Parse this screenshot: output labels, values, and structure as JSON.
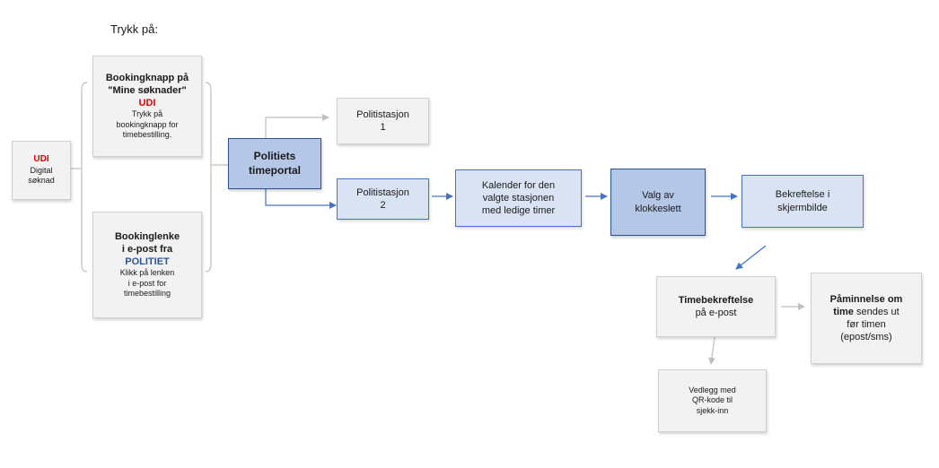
{
  "intro": "Trykk på:",
  "nodes": {
    "udi_digital": {
      "brand": "UDI",
      "line1": "Digital",
      "line2": "søknad"
    },
    "booking_button": {
      "title1": "Bookingknapp på",
      "title2": "\"Mine søknader\"",
      "brand": "UDI",
      "d1": "Trykk på",
      "d2": "bookingknapp for",
      "d3": "timebestilling."
    },
    "booking_link": {
      "title1": "Bookinglenke",
      "title2": "i e-post fra",
      "brand": "POLITIET",
      "d1": "Klikk på lenken",
      "d2": "i e-post for",
      "d3": "timebestilling"
    },
    "police_portal": {
      "line1": "Politiets",
      "line2": "timeportal"
    },
    "station_1": {
      "line1": "Politistasjon",
      "line2": "1"
    },
    "station_2": {
      "line1": "Politistasjon",
      "line2": "2"
    },
    "calendar": {
      "line1": "Kalender for den",
      "line2": "valgte stasjonen",
      "line3": "med ledige timer"
    },
    "time_select": {
      "line1": "Valg av",
      "line2": "klokkeslett"
    },
    "confirm_screen": {
      "line1": "Bekreftelse i",
      "line2": "skjermbilde"
    },
    "confirm_email": {
      "line1": "Timebekreftelse",
      "line2": "på e-post"
    },
    "reminder": {
      "bold1": "Påminnelse om",
      "bold2": "time",
      "rest2": " sendes ut",
      "line3": "før timen",
      "line4": "(epost/sms)"
    },
    "attachment": {
      "line1": "Vedlegg med",
      "line2": "QR-kode til",
      "line3": "sjekk-inn"
    }
  },
  "colors": {
    "brand_red": "#e00000",
    "police_navy": "#2f5597",
    "box_grey": "#f2f2f2",
    "box_blue_light": "#dae3f3",
    "box_blue_mid": "#b4c7e7",
    "arrow_blue": "#4472c4",
    "arrow_grey": "#bfbfbf"
  }
}
